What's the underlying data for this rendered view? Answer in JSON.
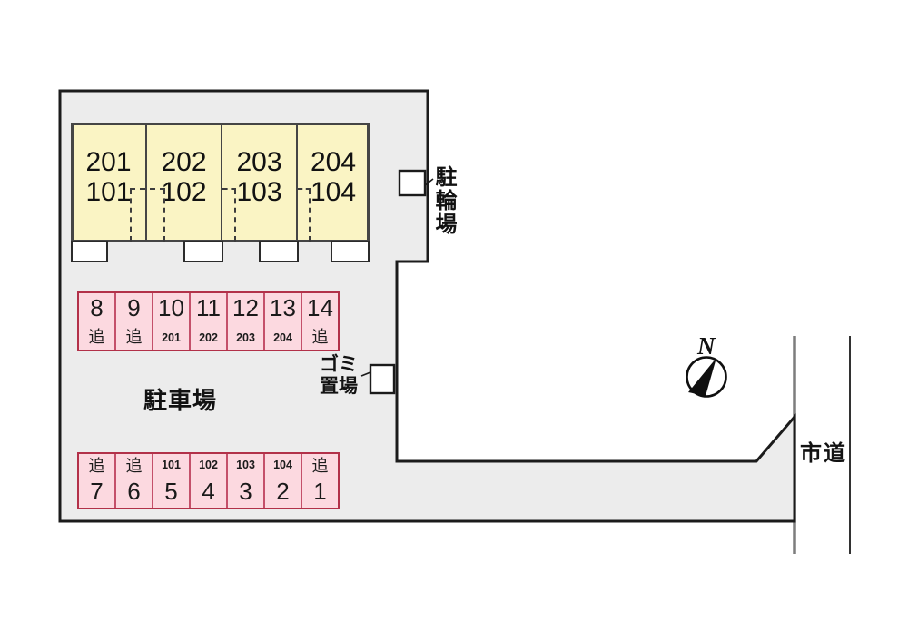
{
  "plan": {
    "type": "residential-site-plan",
    "building": {
      "units": [
        {
          "upper": "201",
          "lower": "101"
        },
        {
          "upper": "202",
          "lower": "102"
        },
        {
          "upper": "203",
          "lower": "103"
        },
        {
          "upper": "204",
          "lower": "104"
        }
      ]
    },
    "parking": {
      "area_label": "駐車場",
      "row_top": {
        "cells": [
          {
            "num": "8",
            "tag": "追"
          },
          {
            "num": "9",
            "tag": "追"
          },
          {
            "num": "10",
            "tag": "201"
          },
          {
            "num": "11",
            "tag": "202"
          },
          {
            "num": "12",
            "tag": "203"
          },
          {
            "num": "13",
            "tag": "204"
          },
          {
            "num": "14",
            "tag": "追"
          }
        ]
      },
      "row_bottom": {
        "cells": [
          {
            "num": "7",
            "tag": "追"
          },
          {
            "num": "6",
            "tag": "追"
          },
          {
            "num": "5",
            "tag": "101"
          },
          {
            "num": "4",
            "tag": "102"
          },
          {
            "num": "3",
            "tag": "103"
          },
          {
            "num": "2",
            "tag": "104"
          },
          {
            "num": "1",
            "tag": "追"
          }
        ]
      }
    },
    "bicycle_parking_label": "駐輪場",
    "garbage_area_label_line1": "ゴミ",
    "garbage_area_label_line2": "置場",
    "road_label": "市道",
    "compass_label": "N"
  },
  "colors": {
    "site_fill": "#ececec",
    "outline": "#1b1b1b",
    "building_fill": "#faf4c4",
    "building_border": "#454545",
    "parking_fill": "#fcd9e0",
    "parking_border": "#b23149",
    "road_edge_gray": "#7d7d7d",
    "background": "#ffffff"
  }
}
